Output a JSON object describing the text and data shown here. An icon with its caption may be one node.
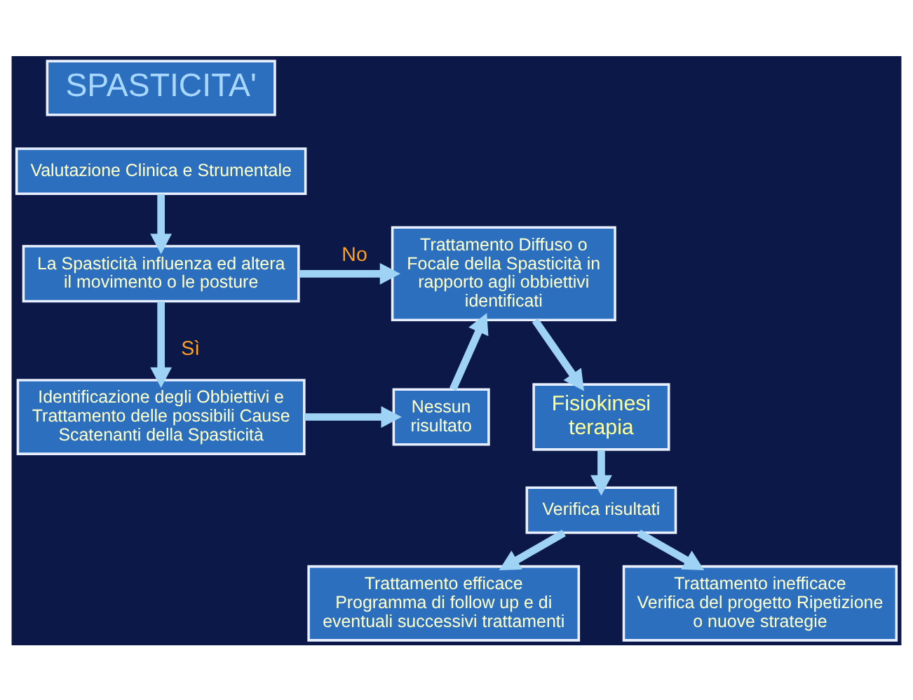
{
  "diagram": {
    "nodes": [
      {
        "text": [
          "SPASTICITA'"
        ]
      },
      {
        "text": [
          "Valutazione Clinica e Strumentale"
        ]
      },
      {
        "text": [
          "La Spasticità influenza ed altera il movimento o le posture"
        ]
      },
      {
        "text": [
          "Trattamento Diffuso o Focale della Spasticità in rapporto agli obbiettivi identificati"
        ]
      },
      {
        "text": [
          "Identificazione degli Obbiettivi e Trattamento delle possibili Cause Scatenanti della Spasticità"
        ]
      },
      {
        "text": [
          "Nessun risultato"
        ]
      },
      {
        "text": [
          "Fisiokinesi terapia"
        ]
      },
      {
        "text": [
          "Verifica risultati"
        ]
      },
      {
        "text": [
          "Trattamento efficace",
          "Programma di follow up e di eventuali successivi trattamenti"
        ]
      },
      {
        "text": [
          "Trattamento inefficace",
          "Verifica del progetto Ripetizione o nuove strategie"
        ]
      }
    ],
    "edges": [
      {
        "from": 1,
        "to": 2,
        "arrow": "to"
      },
      {
        "from": 2,
        "to": 3,
        "arrow": "to",
        "label": "No"
      },
      {
        "from": 2,
        "to": 4,
        "arrow": "to",
        "label": "Sì"
      },
      {
        "from": 4,
        "to": 5,
        "arrow": "to"
      },
      {
        "from": 5,
        "to": 3,
        "arrow": "to"
      },
      {
        "from": 3,
        "to": 6,
        "arrow": "to"
      },
      {
        "from": 6,
        "to": 7,
        "arrow": "to"
      },
      {
        "from": 7,
        "to": 8,
        "arrow": "to"
      },
      {
        "from": 7,
        "to": 9,
        "arrow": "to"
      }
    ]
  }
}
